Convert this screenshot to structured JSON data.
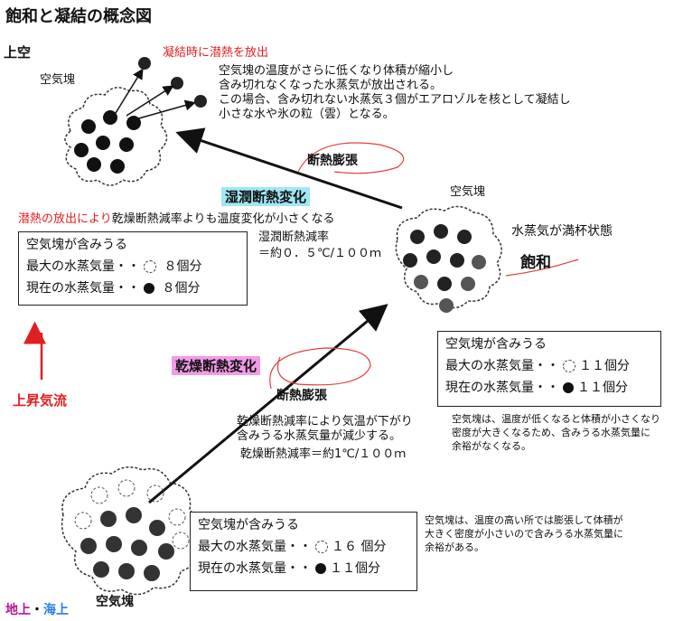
{
  "title": "飽和と凝結の概念図",
  "top": {
    "altitude_label": "上空",
    "parcel_label": "空気塊",
    "release_label": "凝結時に潜熱を放出",
    "desc_lines": [
      "空気塊の温度がさらに低くなり体積が縮小し",
      "含み切れなくなった水蒸気が放出される。",
      "この場合、含み切れない水蒸気３個がエアロゾルを核として凝結し",
      "小さな水や氷の粒（雲）となる。"
    ]
  },
  "moist": {
    "heading": "湿潤断熱変化",
    "expansion": "断熱膨張",
    "latent_red": "潜熱の放出により",
    "latent_rest": "乾燥断熱減率よりも温度変化が小さくなる",
    "rate_label": "湿潤断熱減率",
    "rate_value": "＝約０．５℃/１００ｍ"
  },
  "left_box": {
    "title": "空気塊が含みうる",
    "max_label": "最大の水蒸気量・・",
    "max_value": "８個分",
    "cur_label": "現在の水蒸気量・・",
    "cur_value": "８個分"
  },
  "middle": {
    "parcel_label": "空気塊",
    "state": "水蒸気が満杯状態",
    "saturation": "飽和"
  },
  "updraft_label": "上昇気流",
  "dry": {
    "heading": "乾燥断熱変化",
    "expansion": "断熱膨張",
    "desc_lines": [
      "乾燥断熱減率により気温が下がり",
      "含みうる水蒸気量が減少する。"
    ],
    "rate": "乾燥断熱減率＝約1℃/１００ｍ"
  },
  "right_box": {
    "title": "空気塊が含みうる",
    "max_label": "最大の水蒸気量・・",
    "max_value": "１１個分",
    "cur_label": "現在の水蒸気量・・",
    "cur_value": "１１個分"
  },
  "right_note_lines": [
    "空気塊は、温度が低くなると体積が小さくなり",
    "密度が大きくなるため、含みうる水蒸気量に",
    "余裕がなくなる。"
  ],
  "bottom_box": {
    "title": "空気塊が含みうる",
    "max_label": "最大の水蒸気量・・",
    "max_value": "１６ 個分",
    "cur_label": "現在の水蒸気量・・",
    "cur_value": "１１個分"
  },
  "bottom_note_lines": [
    "空気塊は、温度の高い所では膨張して体積が",
    "大きく密度が小さいので含みうる水蒸気量に",
    "余裕がある。"
  ],
  "bottom_parcel_label": "空気塊",
  "ground": {
    "land": "地上",
    "dot": "・",
    "sea": "海上"
  },
  "colors": {
    "red": "#e02020",
    "cyan_highlight": "#9fe7f5",
    "magenta_highlight": "#f29ae8",
    "land": "#b4149a",
    "sea": "#2a7de1"
  }
}
